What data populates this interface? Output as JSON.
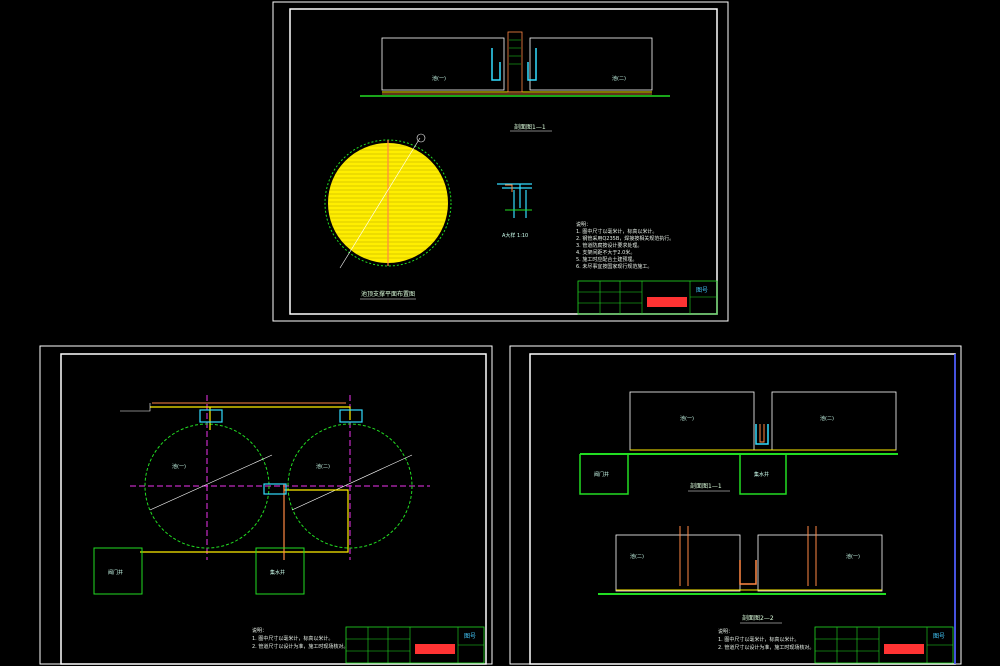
{
  "sheet_top": {
    "section_title": "剖面图1—1",
    "plan_title": "池顶支撑平面布置图",
    "detail_label": "A大样 1:10",
    "notes_title": "说明：",
    "notes": [
      "1. 图中尺寸以毫米计，标高以米计。",
      "2. 钢管采用Q235B，焊接按相关规范执行。",
      "3. 管道防腐按设计要求处理。",
      "4. 支架间距不大于2.0米。",
      "5. 施工时应配合土建预埋。",
      "6. 未尽事宜按国家现行规范施工。"
    ],
    "tank_left": "池(一)",
    "tank_right": "池(二)",
    "stamp": "图号"
  },
  "sheet_left": {
    "tank1_label": "池(一)",
    "tank2_label": "池(二)",
    "box1_label": "阀门井",
    "box2_label": "集水井",
    "notes_title": "说明：",
    "notes": [
      "1. 图中尺寸以毫米计，标高以米计。",
      "2. 管道尺寸以设计为准，施工时现场核对。"
    ],
    "stamp": "图号"
  },
  "sheet_right": {
    "section1_title": "剖面图1—1",
    "section2_title": "剖面图2—2",
    "tankA": "池(一)",
    "tankB": "池(二)",
    "tankC": "池(二)",
    "tankD": "池(一)",
    "pit1": "阀门井",
    "pit2": "集水井",
    "notes_title": "说明：",
    "notes": [
      "1. 图中尺寸以毫米计，标高以米计。",
      "2. 管道尺寸以设计为准，施工时现场核对。"
    ],
    "stamp": "图号"
  },
  "colors": {
    "frame": "#ffffff",
    "green": "#22dd22",
    "yellow": "#ffee00",
    "cyan": "#33ddff",
    "orange": "#ff8844",
    "magenta": "#ee33ee",
    "hatch": "#ffff00"
  }
}
